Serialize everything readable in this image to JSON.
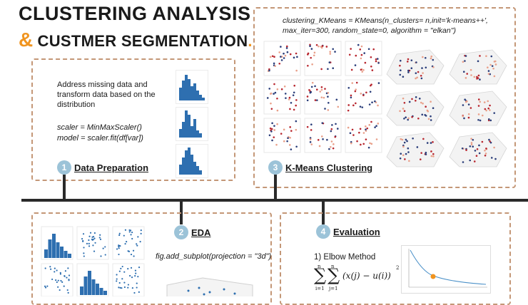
{
  "header": {
    "line1": "CLUSTERING ANALYSIS",
    "ampersand": "&",
    "line2": "CUSTMER SEGMENTATION",
    "period": "."
  },
  "steps": {
    "prep": {
      "number": "1",
      "label": "Data Preparation",
      "description": "Address missing data and transform data based on the distribution",
      "code_line1": "scaler = MinMaxScaler()",
      "code_line2": "model = scaler.fit(df[var])"
    },
    "kmeans": {
      "number": "3",
      "label": "K-Means Clustering",
      "code_line1": "clustering_KMeans = KMeans(n_clusters= n,init='k-means++',",
      "code_line2": "max_iter=300, random_state=0, algorithm = \"elkan\")"
    },
    "eda": {
      "number": "2",
      "label": "EDA",
      "code": "fig.add_subplot(projection = \"3d\")"
    },
    "evaluation": {
      "number": "4",
      "label": "Evaluation",
      "method": "1) Elbow Method",
      "formula_body": "(x(j) − u(i))",
      "formula_exp": "2",
      "sum_low_1": "i=1",
      "sum_low_2": "j=1",
      "sum_up_1": "n",
      "sum_up_2": "n"
    }
  },
  "colors": {
    "accent": "#f0941f",
    "dashed_border": "#c49777",
    "badge": "#9cc3d8",
    "hist": "#2e6fb0",
    "cluster_dark": "#2b3e7a",
    "cluster_red": "#b8262e",
    "cluster_light": "#e9a08a"
  }
}
